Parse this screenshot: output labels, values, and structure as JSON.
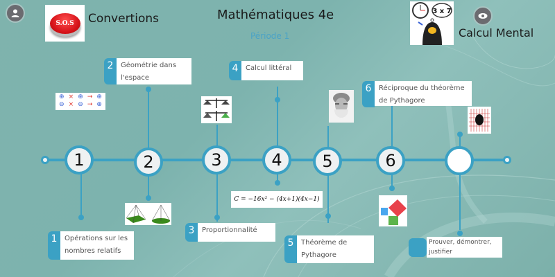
{
  "header": {
    "title": "Mathématiques 4e",
    "subtitle": "Période 1",
    "left_link": {
      "label": "Convertions",
      "image_text": "S.O.S",
      "icon": "sos-button-image"
    },
    "right_link": {
      "label": "Calcul Mental",
      "image_text": "3 x 7",
      "icon": "mental-math-image"
    },
    "user_icon": "user-icon",
    "view_icon": "eye-icon"
  },
  "colors": {
    "accent": "#3ba1c4",
    "background": "#7fb3ad",
    "card_text": "#555555",
    "subtitle": "#4aa3c7"
  },
  "timeline": {
    "nodes": [
      {
        "label": "1"
      },
      {
        "label": "2"
      },
      {
        "label": "3"
      },
      {
        "label": "4"
      },
      {
        "label": "5"
      },
      {
        "label": "6"
      },
      {
        "label": ""
      }
    ]
  },
  "chapters": [
    {
      "number": "1",
      "title": "Opérations sur les nombres relatifs",
      "line1": "Opérations sur les",
      "line2": "nombres relatifs"
    },
    {
      "number": "2",
      "title": "Géométrie dans l'espace",
      "line1": "Géométrie dans",
      "line2": "l'espace"
    },
    {
      "number": "3",
      "title": "Proportionnalité",
      "line1": "Proportionnalité"
    },
    {
      "number": "4",
      "title": "Calcul littéral",
      "line1": "Calcul littéral"
    },
    {
      "number": "5",
      "title": "Théorème de Pythagore",
      "line1": "Théorème de",
      "line2": "Pythagore"
    },
    {
      "number": "6",
      "title": "Réciproque du théorème de Pythagore",
      "line1": "Réciproque du théorème",
      "line2": "de Pythagore"
    },
    {
      "number": "",
      "title": "Prouver, démontrer, justifier",
      "line1": "Prouver, démontrer,",
      "line2": "justifier"
    }
  ],
  "images": {
    "signs_rule": {
      "rows": [
        [
          "⊕",
          "×",
          "⊕",
          "→",
          "⊕"
        ],
        [
          "⊖",
          "×",
          "⊖",
          "→",
          "⊕"
        ],
        [
          "⊕",
          "×",
          "⊖",
          "→",
          "⊖"
        ],
        [
          "⊖",
          "×",
          "⊕",
          "→",
          "⊖"
        ]
      ]
    },
    "formula": "C = −16x² − (4x+1)(4x−1)"
  }
}
